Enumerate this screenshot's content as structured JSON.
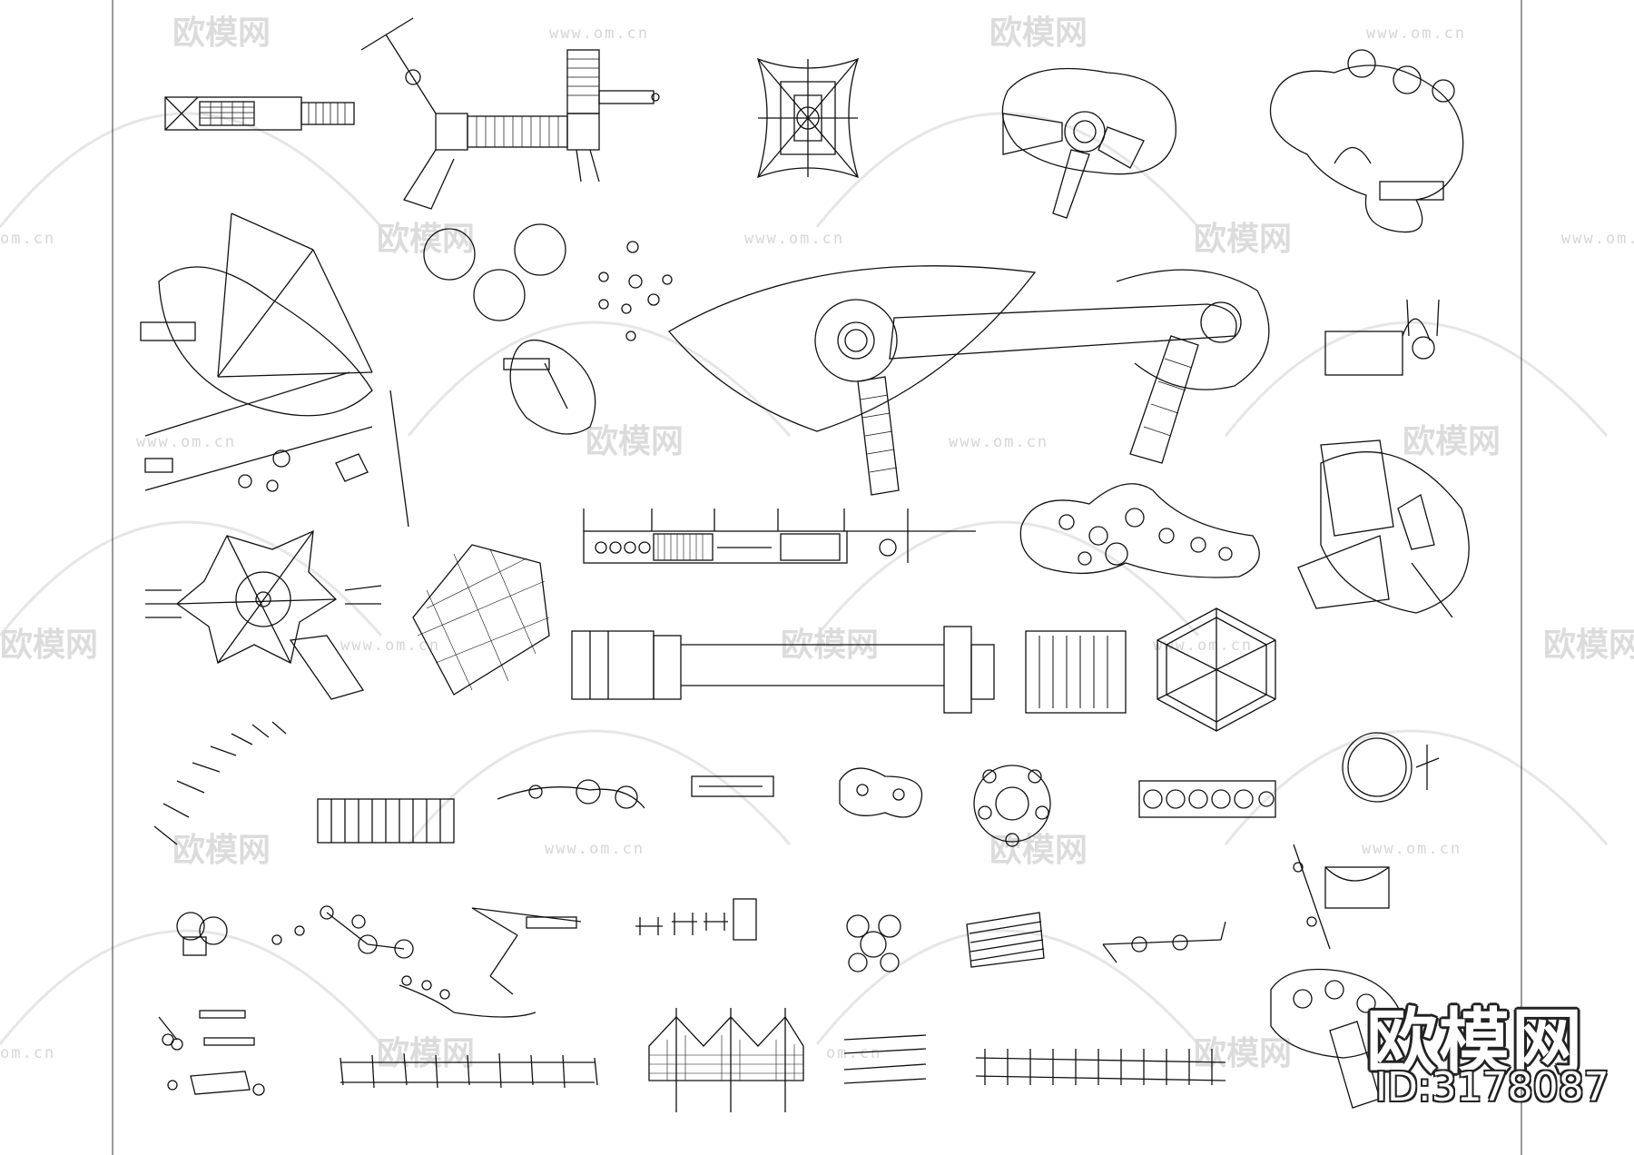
{
  "watermark": {
    "brand": "欧模网",
    "url": "www.om.cn",
    "url_short": "om.cn"
  },
  "brand_logo": "欧模网",
  "id_label": "ID:3178087",
  "colors": {
    "line": "#111111",
    "watermark": "#dcdcdc",
    "background": "#ffffff"
  }
}
